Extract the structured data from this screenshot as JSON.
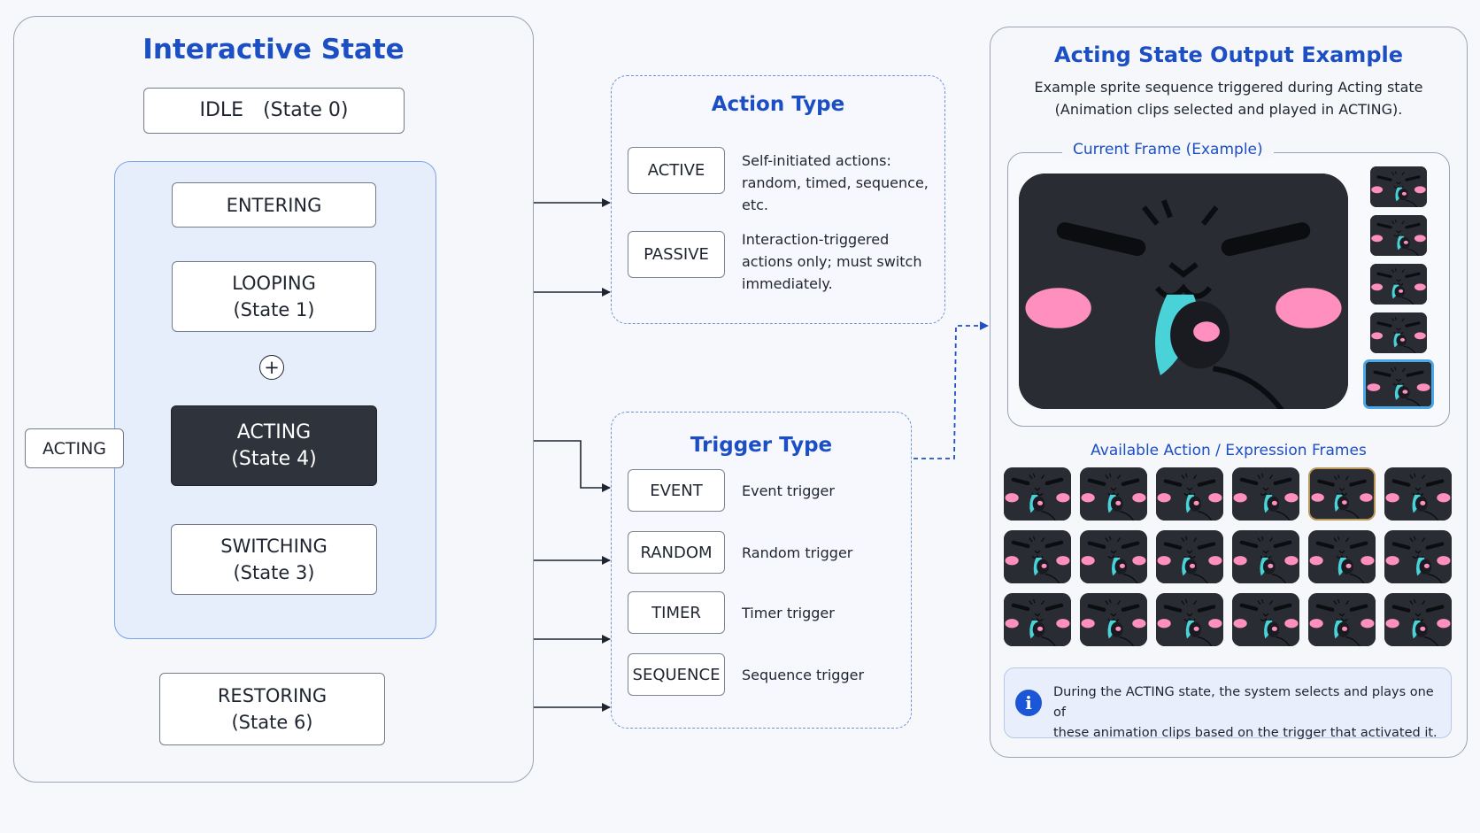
{
  "left_panel": {
    "title": "Interactive State",
    "idle": "IDLE　(State 0)",
    "entering": "ENTERING",
    "looping": [
      "LOOPING",
      "(State 1)"
    ],
    "acting": [
      "ACTING",
      "(State 4)"
    ],
    "switching": [
      "SWITCHING",
      "(State 3)"
    ],
    "restoring": [
      "RESTORING",
      "(State 6)"
    ],
    "external_acting": "ACTING",
    "merge_symbol": "+"
  },
  "action_type": {
    "title": "Action Type",
    "items": [
      {
        "tag": "ACTIVE",
        "desc": [
          "Self-initiated actions:",
          "random, timed, sequence, etc."
        ]
      },
      {
        "tag": "PASSIVE",
        "desc": [
          "Interaction-triggered",
          "actions only; must switch",
          "immediately."
        ]
      }
    ]
  },
  "trigger_type": {
    "title": "Trigger Type",
    "items": [
      {
        "tag": "EVENT",
        "desc": "Event trigger"
      },
      {
        "tag": "RANDOM",
        "desc": "Random trigger"
      },
      {
        "tag": "TIMER",
        "desc": "Timer trigger"
      },
      {
        "tag": "SEQUENCE",
        "desc": "Sequence trigger"
      }
    ]
  },
  "right_panel": {
    "title": "Acting State Output Example",
    "subtitle_1": "Example sprite sequence triggered during Acting state",
    "subtitle_2": "(Animation clips selected and played in ACTING).",
    "current_frame_label": "Current Frame (Example)",
    "available_label": "Available Action / Expression Frames",
    "info_icon": "i",
    "info_text_1": "During the ACTING state, the system selects and plays one of",
    "info_text_2": "these animation clips based on the trigger that activated it."
  },
  "colors": {
    "accent_blue": "#1d4fc4",
    "face_dark": "#2a2c33",
    "cheek_pink": "#ff8fbf",
    "tongue_cyan": "#49d3d9",
    "selected_thumb_border": "#4aa7e8",
    "highlight_thumb_border": "#b8985a"
  }
}
